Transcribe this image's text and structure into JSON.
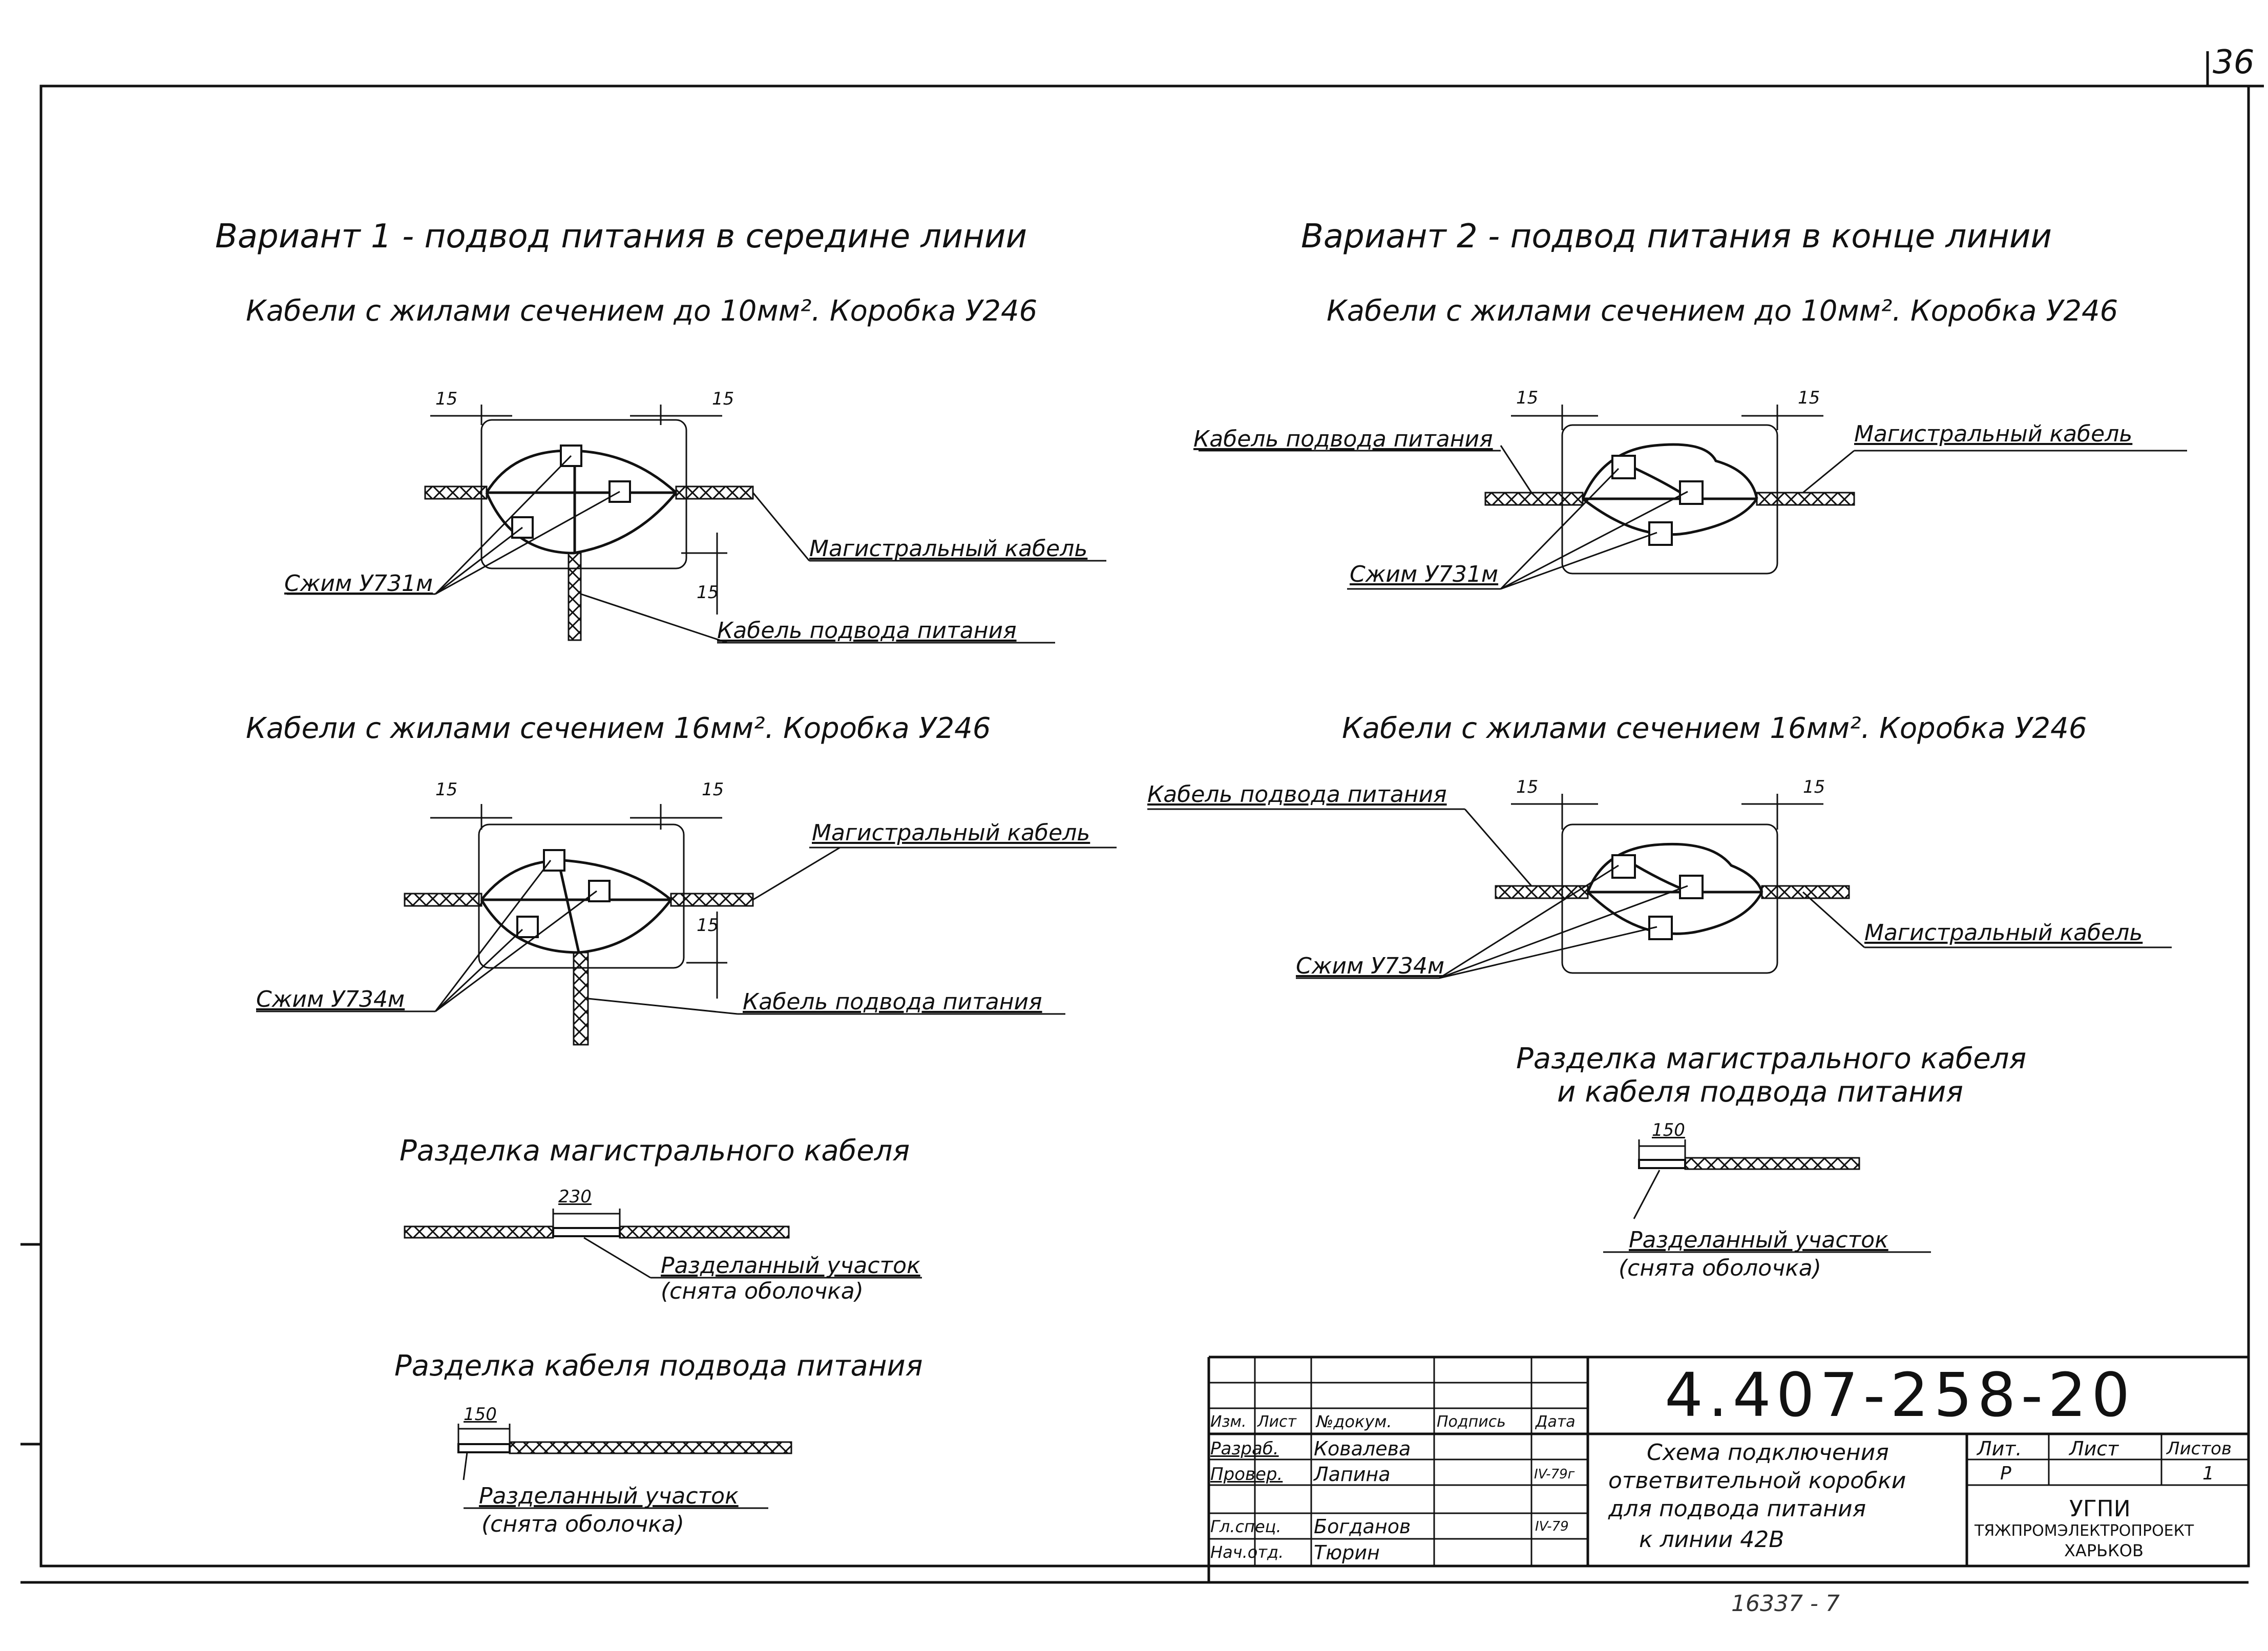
{
  "sheet_number": "36",
  "variant1": {
    "title": "Вариант 1 - подвод питания в середине линии",
    "sub1": "Кабели с жилами сечением до 10мм². Коробка У246",
    "sub2": "Кабели с жилами сечением 16мм². Коробка У246",
    "clamp1": "Сжим У731м",
    "clamp2": "Сжим У734м",
    "main_cable": "Магистральный кабель",
    "feed_cable": "Кабель подвода питания",
    "dim15": "15"
  },
  "variant2": {
    "title": "Вариант 2 - подвод питания в конце линии",
    "sub1": "Кабели с жилами сечением до 10мм². Коробка У246",
    "sub2": "Кабели с жилами сечением 16мм². Коробка У246",
    "clamp1": "Сжим У731м",
    "clamp2": "Сжим У734м",
    "main_cable": "Магистральный кабель",
    "feed_cable": "Кабель подвода питания",
    "dim15": "15"
  },
  "cuts": {
    "main_title": "Разделка магистрального кабеля",
    "main_dim": "230",
    "feed_title": "Разделка кабеля подвода питания",
    "feed_dim": "150",
    "both_title_1": "Разделка магистрального кабеля",
    "both_title_2": "и кабеля подвода питания",
    "both_dim": "150",
    "cut_section": "Разделанный участок",
    "sheath_removed": "(снята оболочка)"
  },
  "title_block": {
    "doc_number": "4.407-258-20",
    "hdr_izm": "Изм.",
    "hdr_list": "Лист",
    "hdr_doc": "№докум.",
    "hdr_sign": "Подпись",
    "hdr_date": "Дата",
    "role_razrab": "Разраб.",
    "name_razrab": "Ковалева",
    "role_prover": "Провер.",
    "name_prover": "Лапина",
    "date_prover": "IV-79г",
    "role_glspec": "Гл.спец.",
    "name_glspec": "Богданов",
    "date_glspec": "IV-79",
    "role_nachotd": "Нач.отд.",
    "name_nachotd": "Тюрин",
    "desc_1": "Схема подключения",
    "desc_2": "ответвительной коробки",
    "desc_3": "для подвода питания",
    "desc_4": "к линии 42В",
    "lit_hdr": "Лит.",
    "sheet_hdr": "Лист",
    "sheets_hdr": "Листов",
    "lit_val": "Р",
    "sheets_val": "1",
    "org_1": "УГПИ",
    "org_2": "ТЯЖПРОМЭЛЕКТРОПРОЕКТ",
    "org_3": "ХАРЬКОВ"
  },
  "footer_note": "16337 - 7"
}
